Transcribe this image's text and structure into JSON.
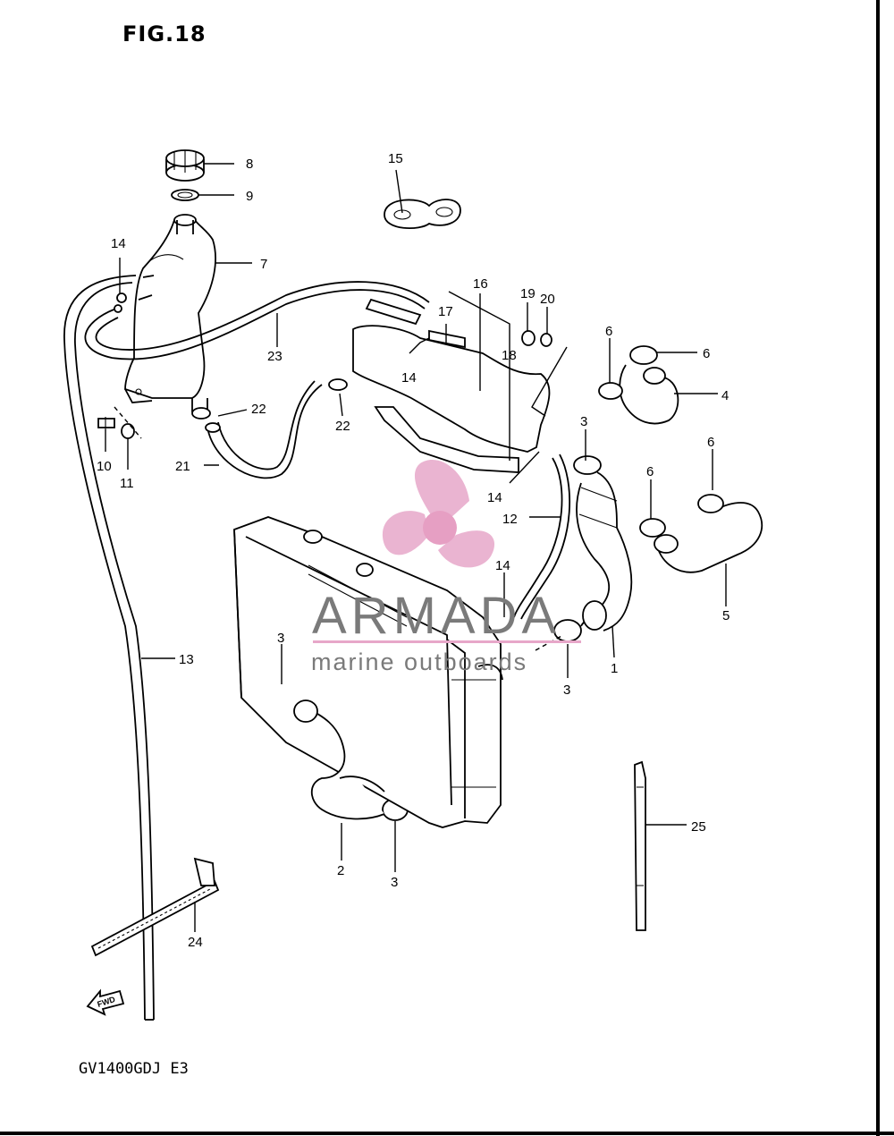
{
  "figure": {
    "title": "FIG.18",
    "model_code": "GV1400GDJ E3"
  },
  "watermark": {
    "brand": "ARMADA",
    "tagline": "marine outboards",
    "colors": {
      "propeller": "#e7a7c9",
      "hub": "#e28fb9",
      "text": "#7a7a7a"
    },
    "icon": "propeller-icon"
  },
  "fwd_arrow": {
    "label": "FWD",
    "icon": "forward-arrow-icon"
  },
  "callouts": [
    {
      "id": "c1",
      "label": "1"
    },
    {
      "id": "c2",
      "label": "2"
    },
    {
      "id": "c3a",
      "label": "3"
    },
    {
      "id": "c3b",
      "label": "3"
    },
    {
      "id": "c3c",
      "label": "3"
    },
    {
      "id": "c3d",
      "label": "3"
    },
    {
      "id": "c4",
      "label": "4"
    },
    {
      "id": "c5",
      "label": "5"
    },
    {
      "id": "c6a",
      "label": "6"
    },
    {
      "id": "c6b",
      "label": "6"
    },
    {
      "id": "c6c",
      "label": "6"
    },
    {
      "id": "c6d",
      "label": "6"
    },
    {
      "id": "c7",
      "label": "7"
    },
    {
      "id": "c8",
      "label": "8"
    },
    {
      "id": "c9",
      "label": "9"
    },
    {
      "id": "c10",
      "label": "10"
    },
    {
      "id": "c11",
      "label": "11"
    },
    {
      "id": "c12",
      "label": "12"
    },
    {
      "id": "c13",
      "label": "13"
    },
    {
      "id": "c14a",
      "label": "14"
    },
    {
      "id": "c14b",
      "label": "14"
    },
    {
      "id": "c14c",
      "label": "14"
    },
    {
      "id": "c14d",
      "label": "14"
    },
    {
      "id": "c15",
      "label": "15"
    },
    {
      "id": "c16",
      "label": "16"
    },
    {
      "id": "c17",
      "label": "17"
    },
    {
      "id": "c18",
      "label": "18"
    },
    {
      "id": "c19",
      "label": "19"
    },
    {
      "id": "c20",
      "label": "20"
    },
    {
      "id": "c21",
      "label": "21"
    },
    {
      "id": "c22a",
      "label": "22"
    },
    {
      "id": "c22b",
      "label": "22"
    },
    {
      "id": "c23",
      "label": "23"
    },
    {
      "id": "c24",
      "label": "24"
    },
    {
      "id": "c25",
      "label": "25"
    }
  ]
}
